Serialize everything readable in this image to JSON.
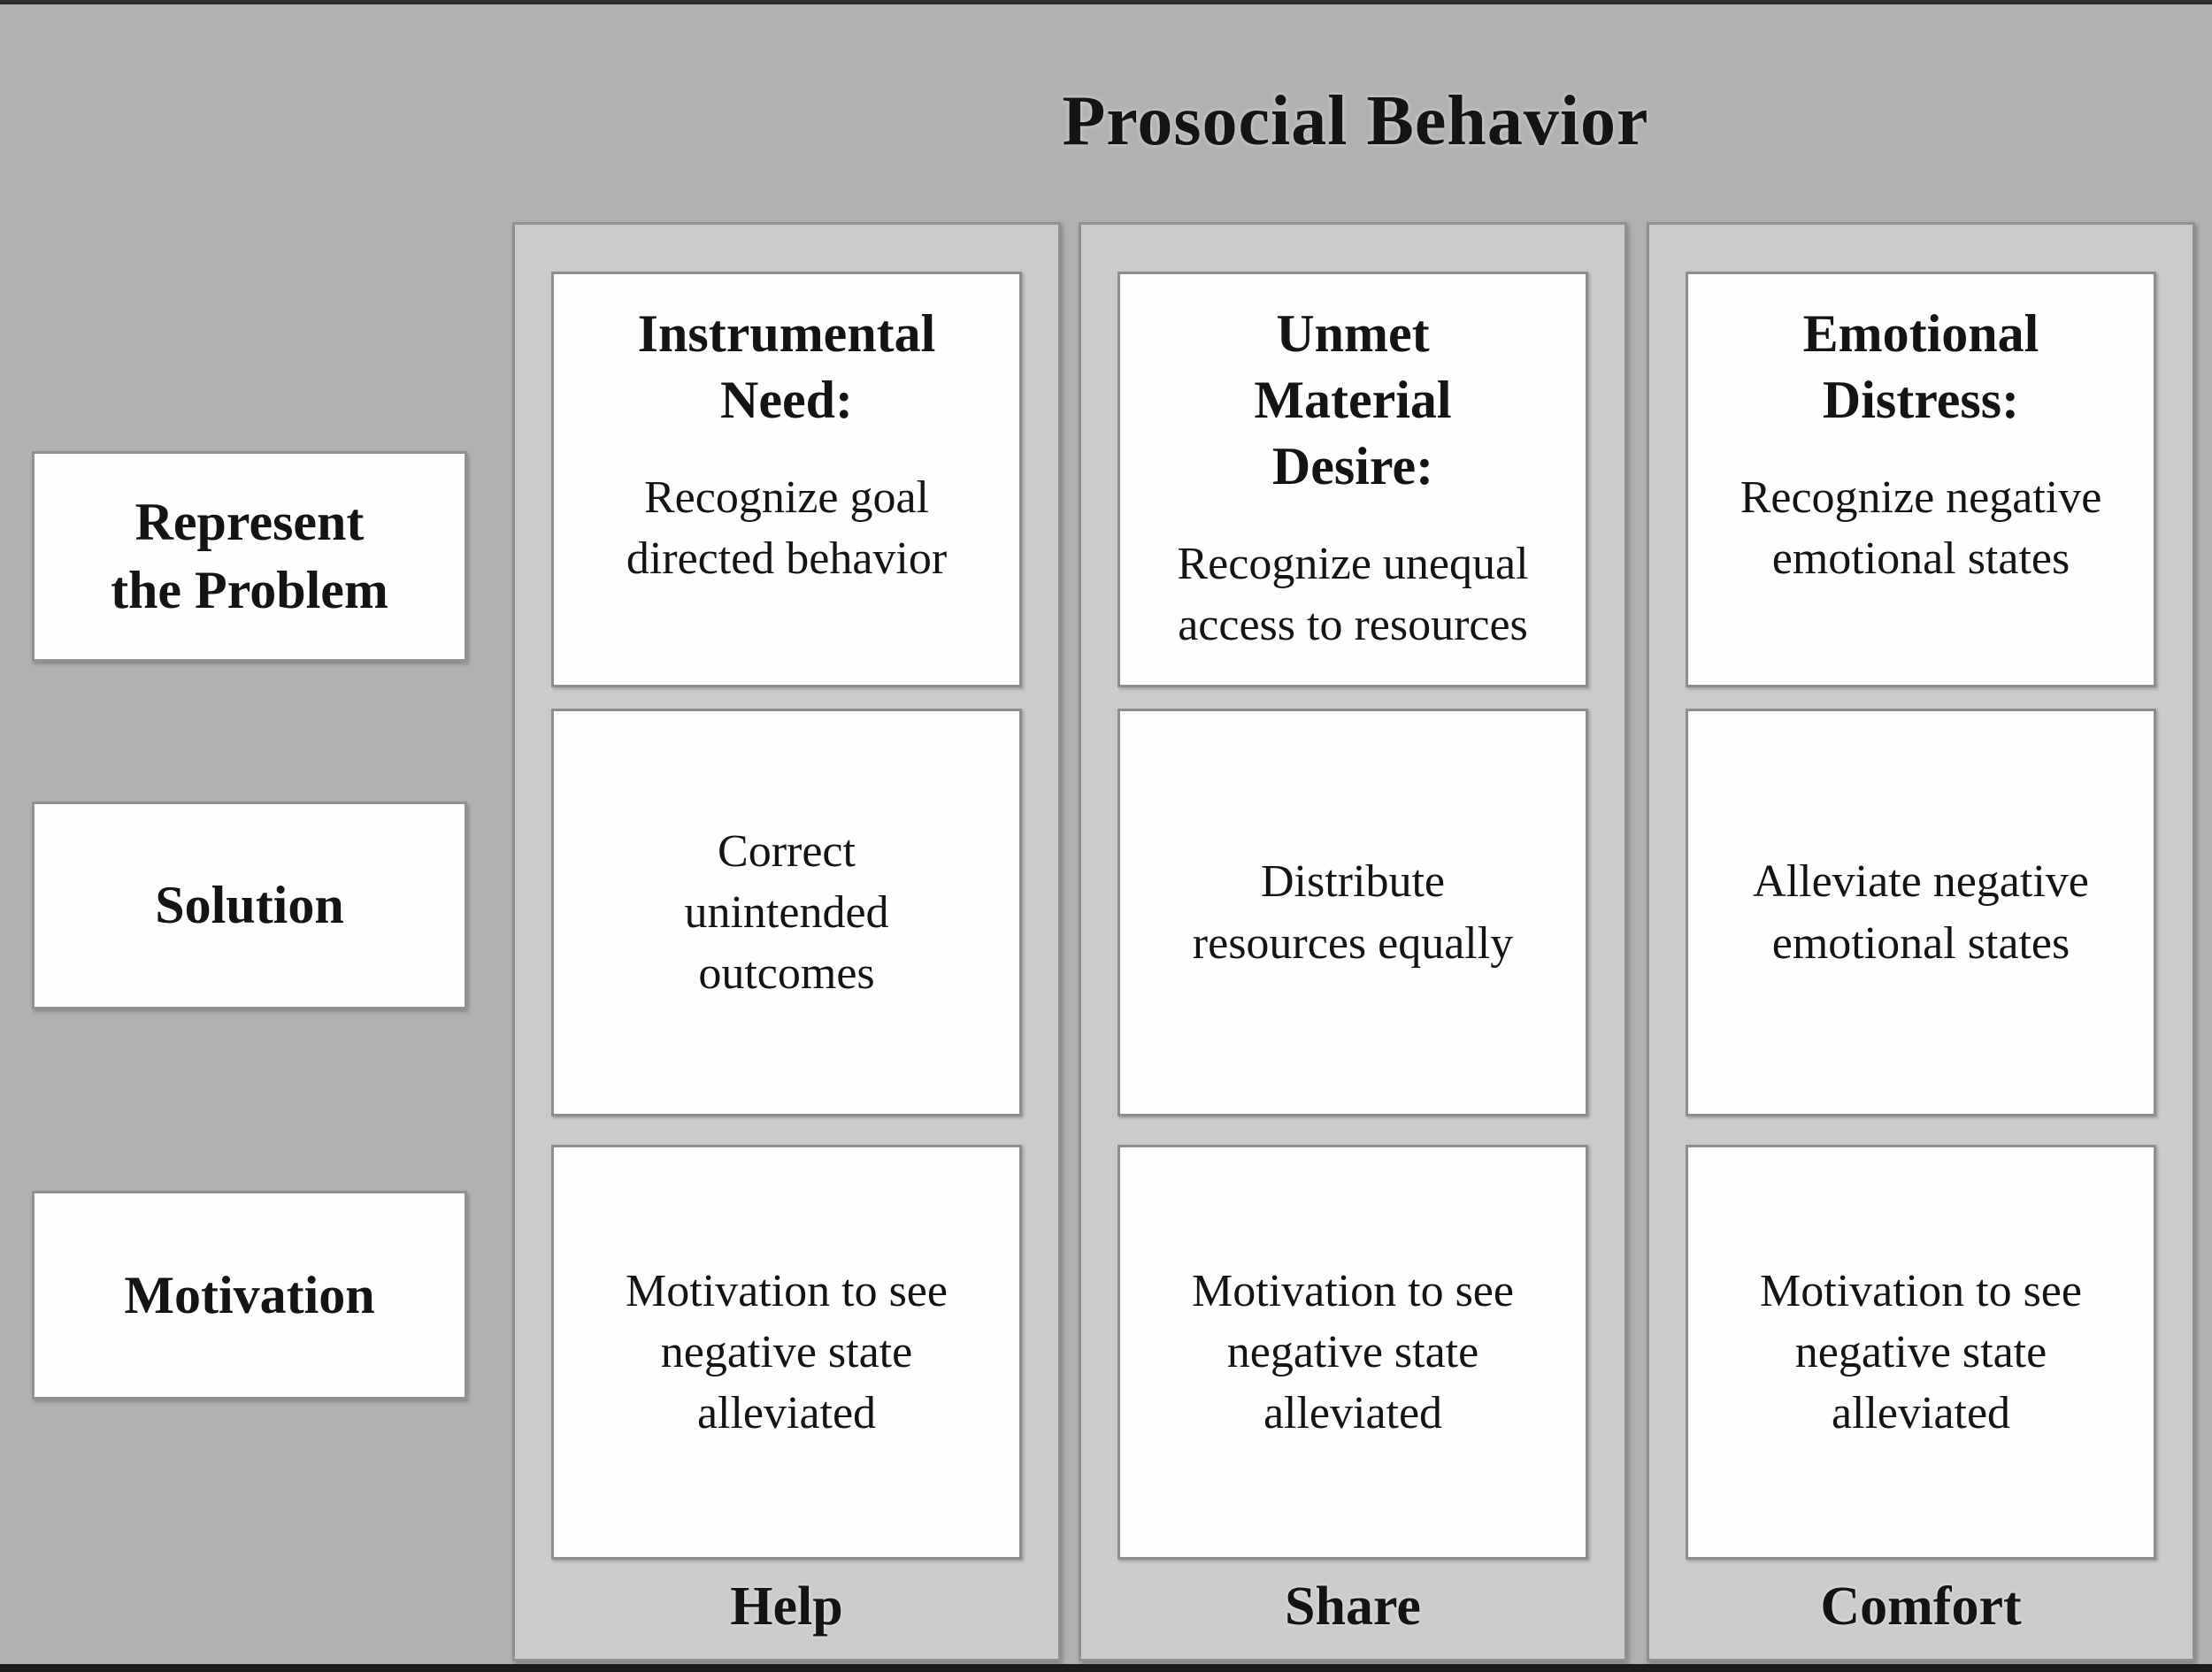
{
  "title": "Prosocial Behavior",
  "row_labels": [
    {
      "label": "Represent\nthe Problem"
    },
    {
      "label": "Solution"
    },
    {
      "label": "Motivation"
    }
  ],
  "columns": [
    {
      "footer": "Help",
      "problem": {
        "heading": "Instrumental\nNeed:",
        "body": "Recognize goal\ndirected behavior"
      },
      "solution": {
        "body": "Correct\nunintended\noutcomes"
      },
      "motivation": {
        "body": "Motivation to see\nnegative state\nalleviated"
      }
    },
    {
      "footer": "Share",
      "problem": {
        "heading": "Unmet\nMaterial\nDesire:",
        "body": "Recognize unequal\naccess to resources"
      },
      "solution": {
        "body": "Distribute\nresources equally"
      },
      "motivation": {
        "body": "Motivation to see\nnegative state\nalleviated"
      }
    },
    {
      "footer": "Comfort",
      "problem": {
        "heading": "Emotional\nDistress:",
        "body": "Recognize negative\nemotional states"
      },
      "solution": {
        "body": "Alleviate negative\nemotional states"
      },
      "motivation": {
        "body": "Motivation to see\nnegative state\nalleviated"
      }
    }
  ],
  "colors": {
    "background": "#b1b1b1",
    "panel_fill": "#cbcbcb",
    "box_fill": "#fefefe",
    "border": "#8d8d8d",
    "text": "#141414",
    "top_band": "#2e2e2e",
    "bottom_band": "#1d1d1d"
  }
}
